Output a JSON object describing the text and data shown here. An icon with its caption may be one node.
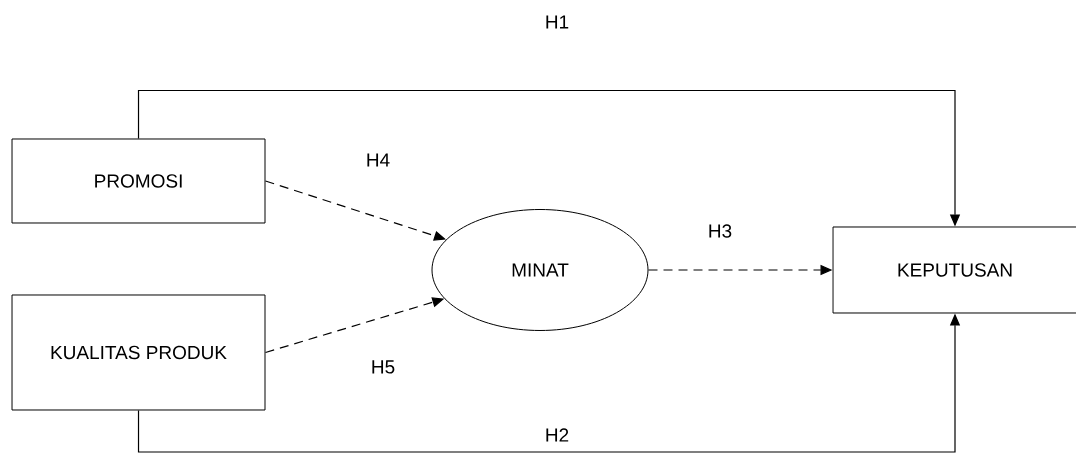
{
  "diagram": {
    "nodes": [
      {
        "text": [
          "PROMOSI"
        ]
      },
      {
        "text": [
          "KUALITAS PRODUK"
        ]
      },
      {
        "text": [
          "MINAT"
        ]
      },
      {
        "text": [
          "KEPUTUSAN"
        ]
      }
    ],
    "edges": [
      {
        "from": 0,
        "to": 3,
        "arrow": "to",
        "label": "H1"
      },
      {
        "from": 1,
        "to": 3,
        "arrow": "to",
        "label": "H2"
      },
      {
        "from": 2,
        "to": 3,
        "arrow": "to",
        "label": "H3",
        "style": "dashed"
      },
      {
        "from": 0,
        "to": 2,
        "arrow": "to",
        "label": "H4",
        "style": "dashed"
      },
      {
        "from": 1,
        "to": 2,
        "arrow": "to",
        "label": "H5",
        "style": "dashed"
      }
    ]
  }
}
